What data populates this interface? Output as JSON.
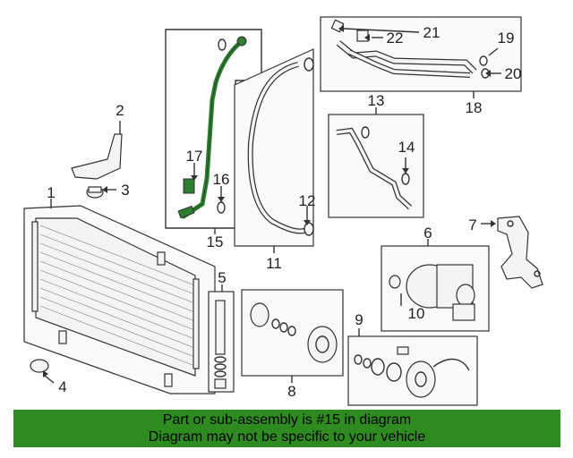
{
  "callouts": [
    "1",
    "2",
    "3",
    "4",
    "5",
    "6",
    "7",
    "8",
    "9",
    "10",
    "11",
    "12",
    "13",
    "14",
    "15",
    "16",
    "17",
    "18",
    "19",
    "20",
    "21",
    "22"
  ],
  "banner": {
    "line1": "Part or sub-assembly is #15 in diagram",
    "line2": "Diagram may not be specific to your vehicle"
  },
  "highlight_color": "#2e8b1f"
}
